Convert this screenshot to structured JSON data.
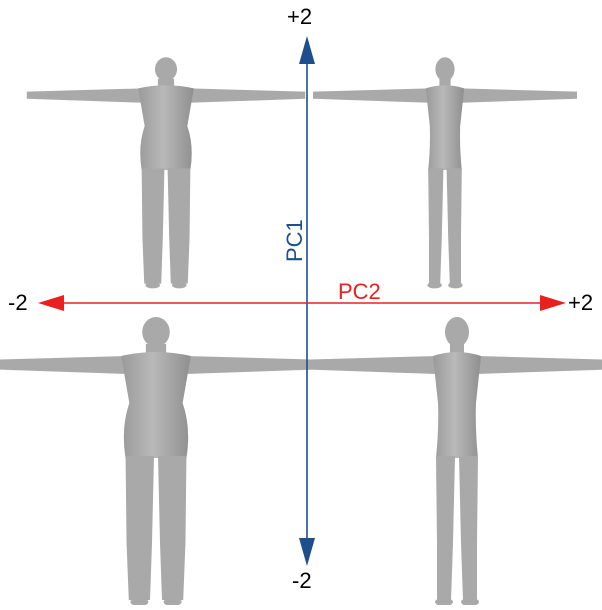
{
  "pc1": {
    "name": "PC1",
    "max_label": "+2",
    "min_label": "-2",
    "color": "#1f4e8c"
  },
  "pc2": {
    "name": "PC2",
    "max_label": "+2",
    "min_label": "-2",
    "color": "#e8201f"
  },
  "body_color": "#a9a9a9",
  "bodies": [
    {
      "id": "top-left",
      "pc1": 2,
      "pc2": -2
    },
    {
      "id": "top-right",
      "pc1": 2,
      "pc2": 2
    },
    {
      "id": "bottom-left",
      "pc1": -2,
      "pc2": -2
    },
    {
      "id": "bottom-right",
      "pc1": -2,
      "pc2": 2
    }
  ]
}
